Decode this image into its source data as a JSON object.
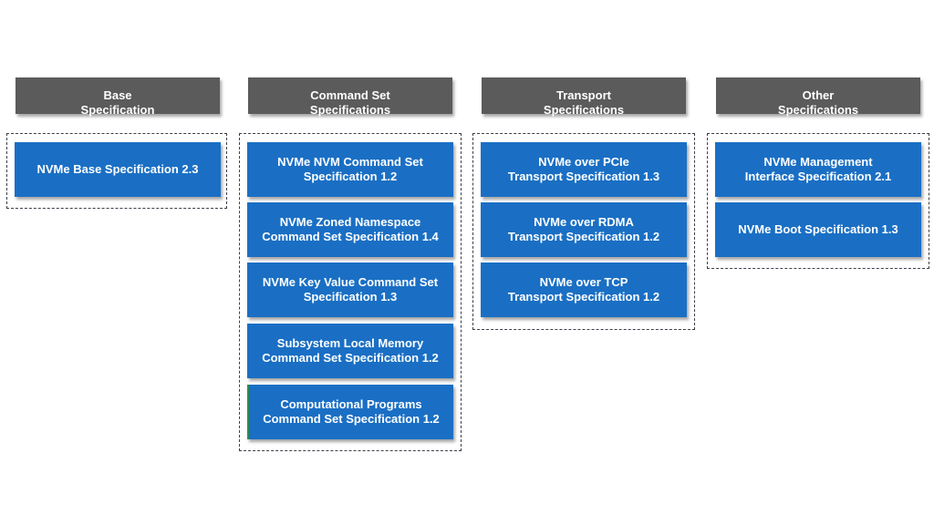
{
  "columns": [
    {
      "header_line1": "Base",
      "header_line2": "Specification",
      "items": [
        {
          "line1": "NVMe Base Specification 2.3",
          "line2": ""
        }
      ]
    },
    {
      "header_line1": "Command Set",
      "header_line2": "Specifications",
      "items": [
        {
          "line1": "NVMe NVM Command Set",
          "line2": "Specification 1.2"
        },
        {
          "line1": "NVMe Zoned Namespace",
          "line2": "Command Set Specification 1.4"
        },
        {
          "line1": "NVMe Key Value Command Set",
          "line2": "Specification 1.3"
        },
        {
          "line1": "Subsystem Local Memory",
          "line2": "Command Set Specification 1.2"
        },
        {
          "line1": "Computational Programs",
          "line2": "Command Set Specification 1.2"
        }
      ]
    },
    {
      "header_line1": "Transport",
      "header_line2": "Specifications",
      "items": [
        {
          "line1": "NVMe over PCIe",
          "line2": "Transport Specification 1.3"
        },
        {
          "line1": "NVMe over RDMA",
          "line2": "Transport Specification 1.2"
        },
        {
          "line1": "NVMe over TCP",
          "line2": "Transport Specification 1.2"
        }
      ]
    },
    {
      "header_line1": "Other",
      "header_line2": "Specifications",
      "items": [
        {
          "line1": "NVMe Management",
          "line2": "Interface Specification 2.1"
        },
        {
          "line1": "NVMe Boot Specification 1.3",
          "line2": ""
        }
      ]
    }
  ]
}
